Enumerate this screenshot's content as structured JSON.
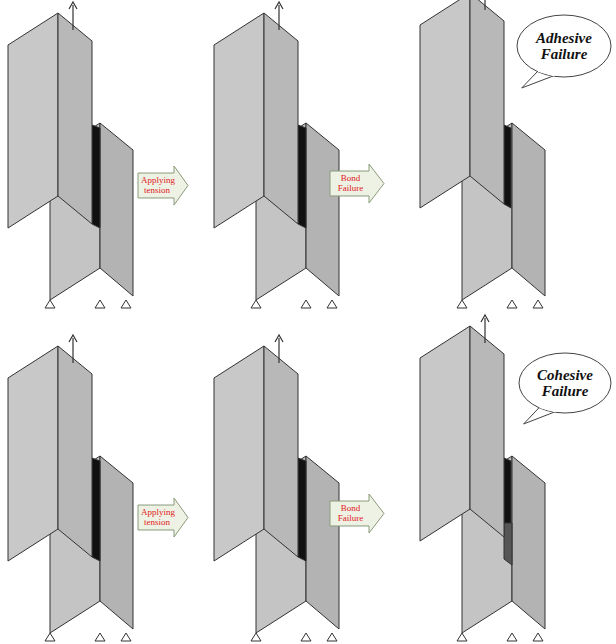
{
  "diagram": {
    "nodes": [
      {
        "text": [
          "Applying tension"
        ]
      },
      {
        "text": [
          "Bond Failure"
        ]
      },
      {
        "text": [
          "Adhesive Failure"
        ]
      },
      {
        "text": [
          "Applying tension"
        ]
      },
      {
        "text": [
          "Bond Failure"
        ]
      },
      {
        "text": [
          "Cohesive Failure"
        ]
      }
    ]
  }
}
